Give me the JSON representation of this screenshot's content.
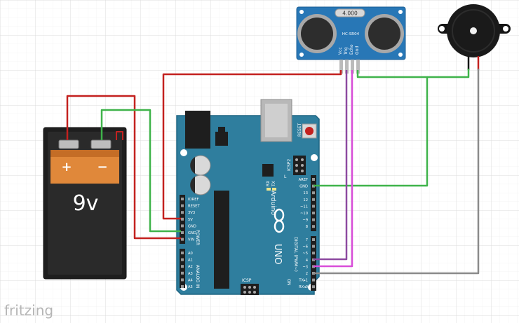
{
  "colors": {
    "grid": "#e6e6e6",
    "board": "#2f7e9e",
    "board_edge": "#1f6582",
    "header": "#2b2b2b",
    "wire_red": "#c3211f",
    "wire_green": "#3fb34a",
    "wire_purple": "#8d4aa0",
    "wire_magenta": "#d94ed9",
    "wire_gray": "#8a8a8a",
    "battery_orange": "#e0883a",
    "battery_dark": "#2b2b2b",
    "sensor_blue": "#2877b6"
  },
  "watermark": "fritzing",
  "battery": {
    "voltage_label": "9v",
    "plus": "+",
    "minus": "−"
  },
  "sensor": {
    "crystal_label": "4.000",
    "model_label": "HC-SR04",
    "pins": [
      "Vcc",
      "Trig",
      "Echo",
      "Gnd"
    ]
  },
  "arduino": {
    "brand": "Arduino",
    "model": "UNO",
    "on_label": "ON",
    "reset_label": "RESET",
    "icsp_label": "ICSP",
    "icsp2_label": "ICSP2",
    "l_label": "L",
    "tx_label": "TX",
    "rx_label": "RX",
    "power_label": "POWER",
    "analog_label": "ANALOG IN",
    "digital_label": "DIGITAL (PWM~)",
    "power_pins": [
      "IOREF",
      "RESET",
      "3V3",
      "5V",
      "GND",
      "GND",
      "VIN"
    ],
    "analog_pins": [
      "A0",
      "A1",
      "A2",
      "A3",
      "A4",
      "A5"
    ],
    "digital_pins_top": [
      "AREF",
      "GND",
      "13",
      "12",
      "~11",
      "~10",
      "~9",
      "8"
    ],
    "digital_pins_bottom": [
      "7",
      "~6",
      "~5",
      "4",
      "~3",
      "2",
      "TX▸1",
      "RX◂0"
    ]
  }
}
